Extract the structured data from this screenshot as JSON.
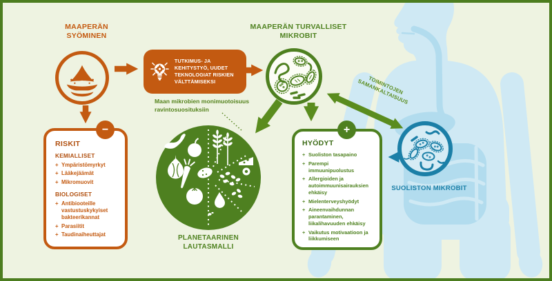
{
  "left_flow": {
    "title": "MAAPERÄN SYÖMINEN",
    "research_box_text": "TUTKIMUS- JA KEHITYSTYÖ, UUDET TEKNOLOGIAT RISKIEN VÄLTTÄMISEKSI",
    "note": "Maan mikrobien monimuotoisuus ravintosuosituksiin"
  },
  "soil_microbes": {
    "title": "MAAPERÄN TURVALLISET MIKROBIT"
  },
  "plate": {
    "label": "PLANETAARINEN LAUTASMALLI"
  },
  "gut": {
    "label": "SUOLISTON MIKROBIT"
  },
  "similarity_label": "TOIMINTOJEN SAMANKALTAISUUS",
  "risks": {
    "badge": "−",
    "title": "RISKIT",
    "groups": [
      {
        "heading": "KEMIALLISET",
        "items": [
          "Ympäristömyrkyt",
          "Lääkejäämät",
          "Mikromuovit"
        ]
      },
      {
        "heading": "BIOLOGISET",
        "items": [
          "Antibiooteille vastustuskykyiset bakteerikannat",
          "Parasiitit",
          "Taudinaiheuttajat"
        ]
      }
    ]
  },
  "benefits": {
    "badge": "+",
    "title": "HYÖDYT",
    "items": [
      "Suoliston tasapaino",
      "Parempi immuunipuolustus",
      "Allergioiden ja autoimmuunisairauksien ehkäisy",
      "Mielenterveyshyödyt",
      "Aineenvaihdunnan parantaminen, liikalihavuuden ehkäisy",
      "Vaikutus motivaatioon ja liikkumiseen"
    ]
  },
  "ui": {
    "bullet": "+"
  },
  "colors": {
    "orange": "#c35a11",
    "green": "#4e8020",
    "green_text": "#55831e",
    "arrow_green": "#5a8c1e",
    "blue": "#1b7fa7",
    "body_blue": "#cfe9f4",
    "organ_blue": "#b2dcee",
    "background": "#eef3e1",
    "frame": "#4c7d1f"
  }
}
